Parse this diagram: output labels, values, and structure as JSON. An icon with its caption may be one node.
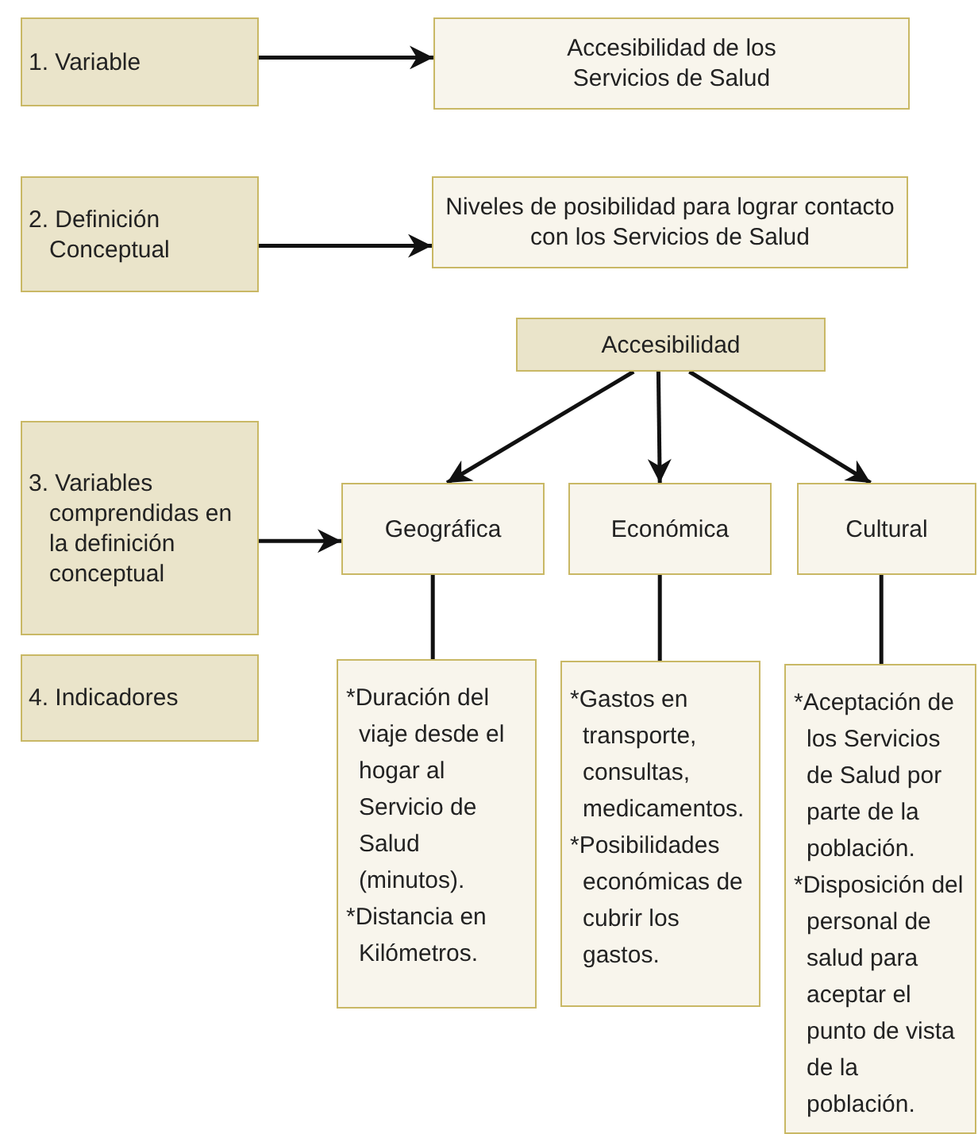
{
  "diagram": {
    "nodes": [
      {
        "text": [
          "1. Variable"
        ]
      },
      {
        "text": [
          "Accesibilidad de los Servicios de Salud"
        ]
      },
      {
        "text": [
          "2. Definición Conceptual"
        ]
      },
      {
        "text": [
          "Niveles de posibilidad para lograr contacto con los Servicios de Salud"
        ]
      },
      {
        "text": [
          "Accesibilidad"
        ]
      },
      {
        "text": [
          "3. Variables comprendidas en la definición conceptual"
        ]
      },
      {
        "text": [
          "Geográfica"
        ]
      },
      {
        "text": [
          "Económica"
        ]
      },
      {
        "text": [
          "Cultural"
        ]
      },
      {
        "text": [
          "4. Indicadores"
        ]
      },
      {
        "text": [
          "*Duración del viaje desde el hogar al Servicio de Salud (minutos).",
          "*Distancia en Kilómetros."
        ]
      },
      {
        "text": [
          "*Gastos en transporte, consultas, medicamentos.",
          "*Posibilidades económicas de cubrir los gastos."
        ]
      },
      {
        "text": [
          "*Aceptación de los Servicios de Salud por parte de la población.",
          "*Disposición del personal de salud para aceptar el punto de vista de la población."
        ]
      }
    ],
    "edges": [
      {
        "from": 0,
        "to": 1,
        "arrow": "to"
      },
      {
        "from": 2,
        "to": 3,
        "arrow": "to"
      },
      {
        "from": 4,
        "to": 6,
        "arrow": "to"
      },
      {
        "from": 4,
        "to": 7,
        "arrow": "to"
      },
      {
        "from": 4,
        "to": 8,
        "arrow": "to"
      },
      {
        "from": 5,
        "to": 6,
        "arrow": "to"
      },
      {
        "from": 6,
        "to": 10,
        "arrow": "none"
      },
      {
        "from": 7,
        "to": 11,
        "arrow": "none"
      },
      {
        "from": 8,
        "to": 12,
        "arrow": "none"
      }
    ]
  }
}
